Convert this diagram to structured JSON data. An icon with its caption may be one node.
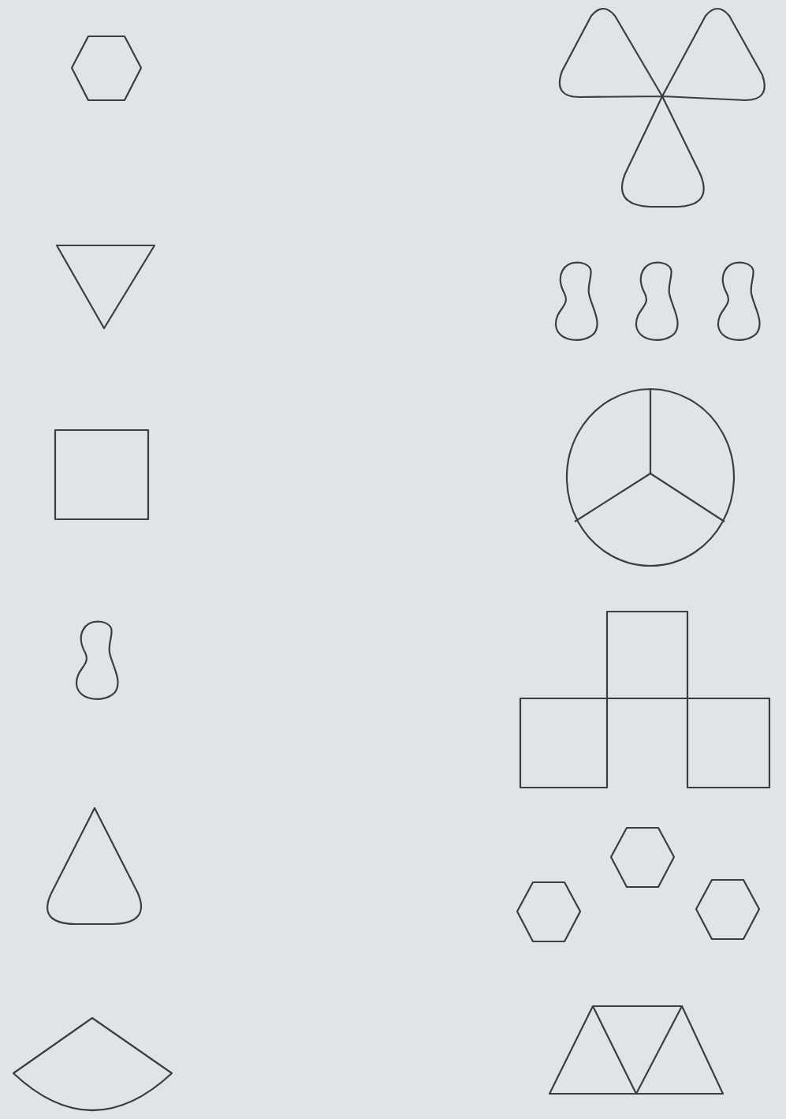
{
  "diagram": {
    "nodes": [
      {
        "text": [],
        "shape": "hexagon"
      },
      {
        "text": [],
        "shape": "trefoil"
      },
      {
        "text": [],
        "shape": "triangle"
      },
      {
        "text": [],
        "shape": "beans"
      },
      {
        "text": [],
        "shape": "box"
      },
      {
        "text": [],
        "shape": "circle"
      },
      {
        "text": [],
        "shape": "bean"
      },
      {
        "text": [],
        "shape": "squares"
      },
      {
        "text": [],
        "shape": "drop"
      },
      {
        "text": [],
        "shape": "hexagons"
      },
      {
        "text": [],
        "shape": "sector"
      },
      {
        "text": [],
        "shape": "trapezoid"
      }
    ]
  }
}
